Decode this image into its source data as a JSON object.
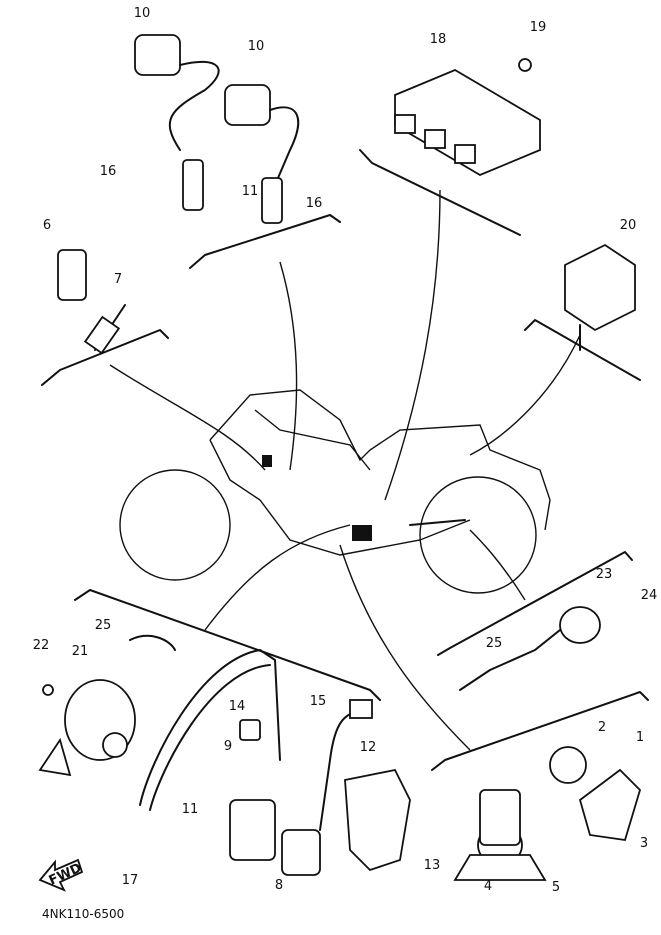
{
  "diagram_code": "4NK110-6500",
  "direction_marker": "FWD",
  "labels": [
    "10",
    "10",
    "18",
    "19",
    "16",
    "11",
    "16",
    "6",
    "7",
    "20",
    "23",
    "24",
    "25",
    "22",
    "21",
    "25",
    "2",
    "1",
    "14",
    "15",
    "12",
    "9",
    "11",
    "13",
    "8",
    "17",
    "3",
    "4",
    "5"
  ]
}
